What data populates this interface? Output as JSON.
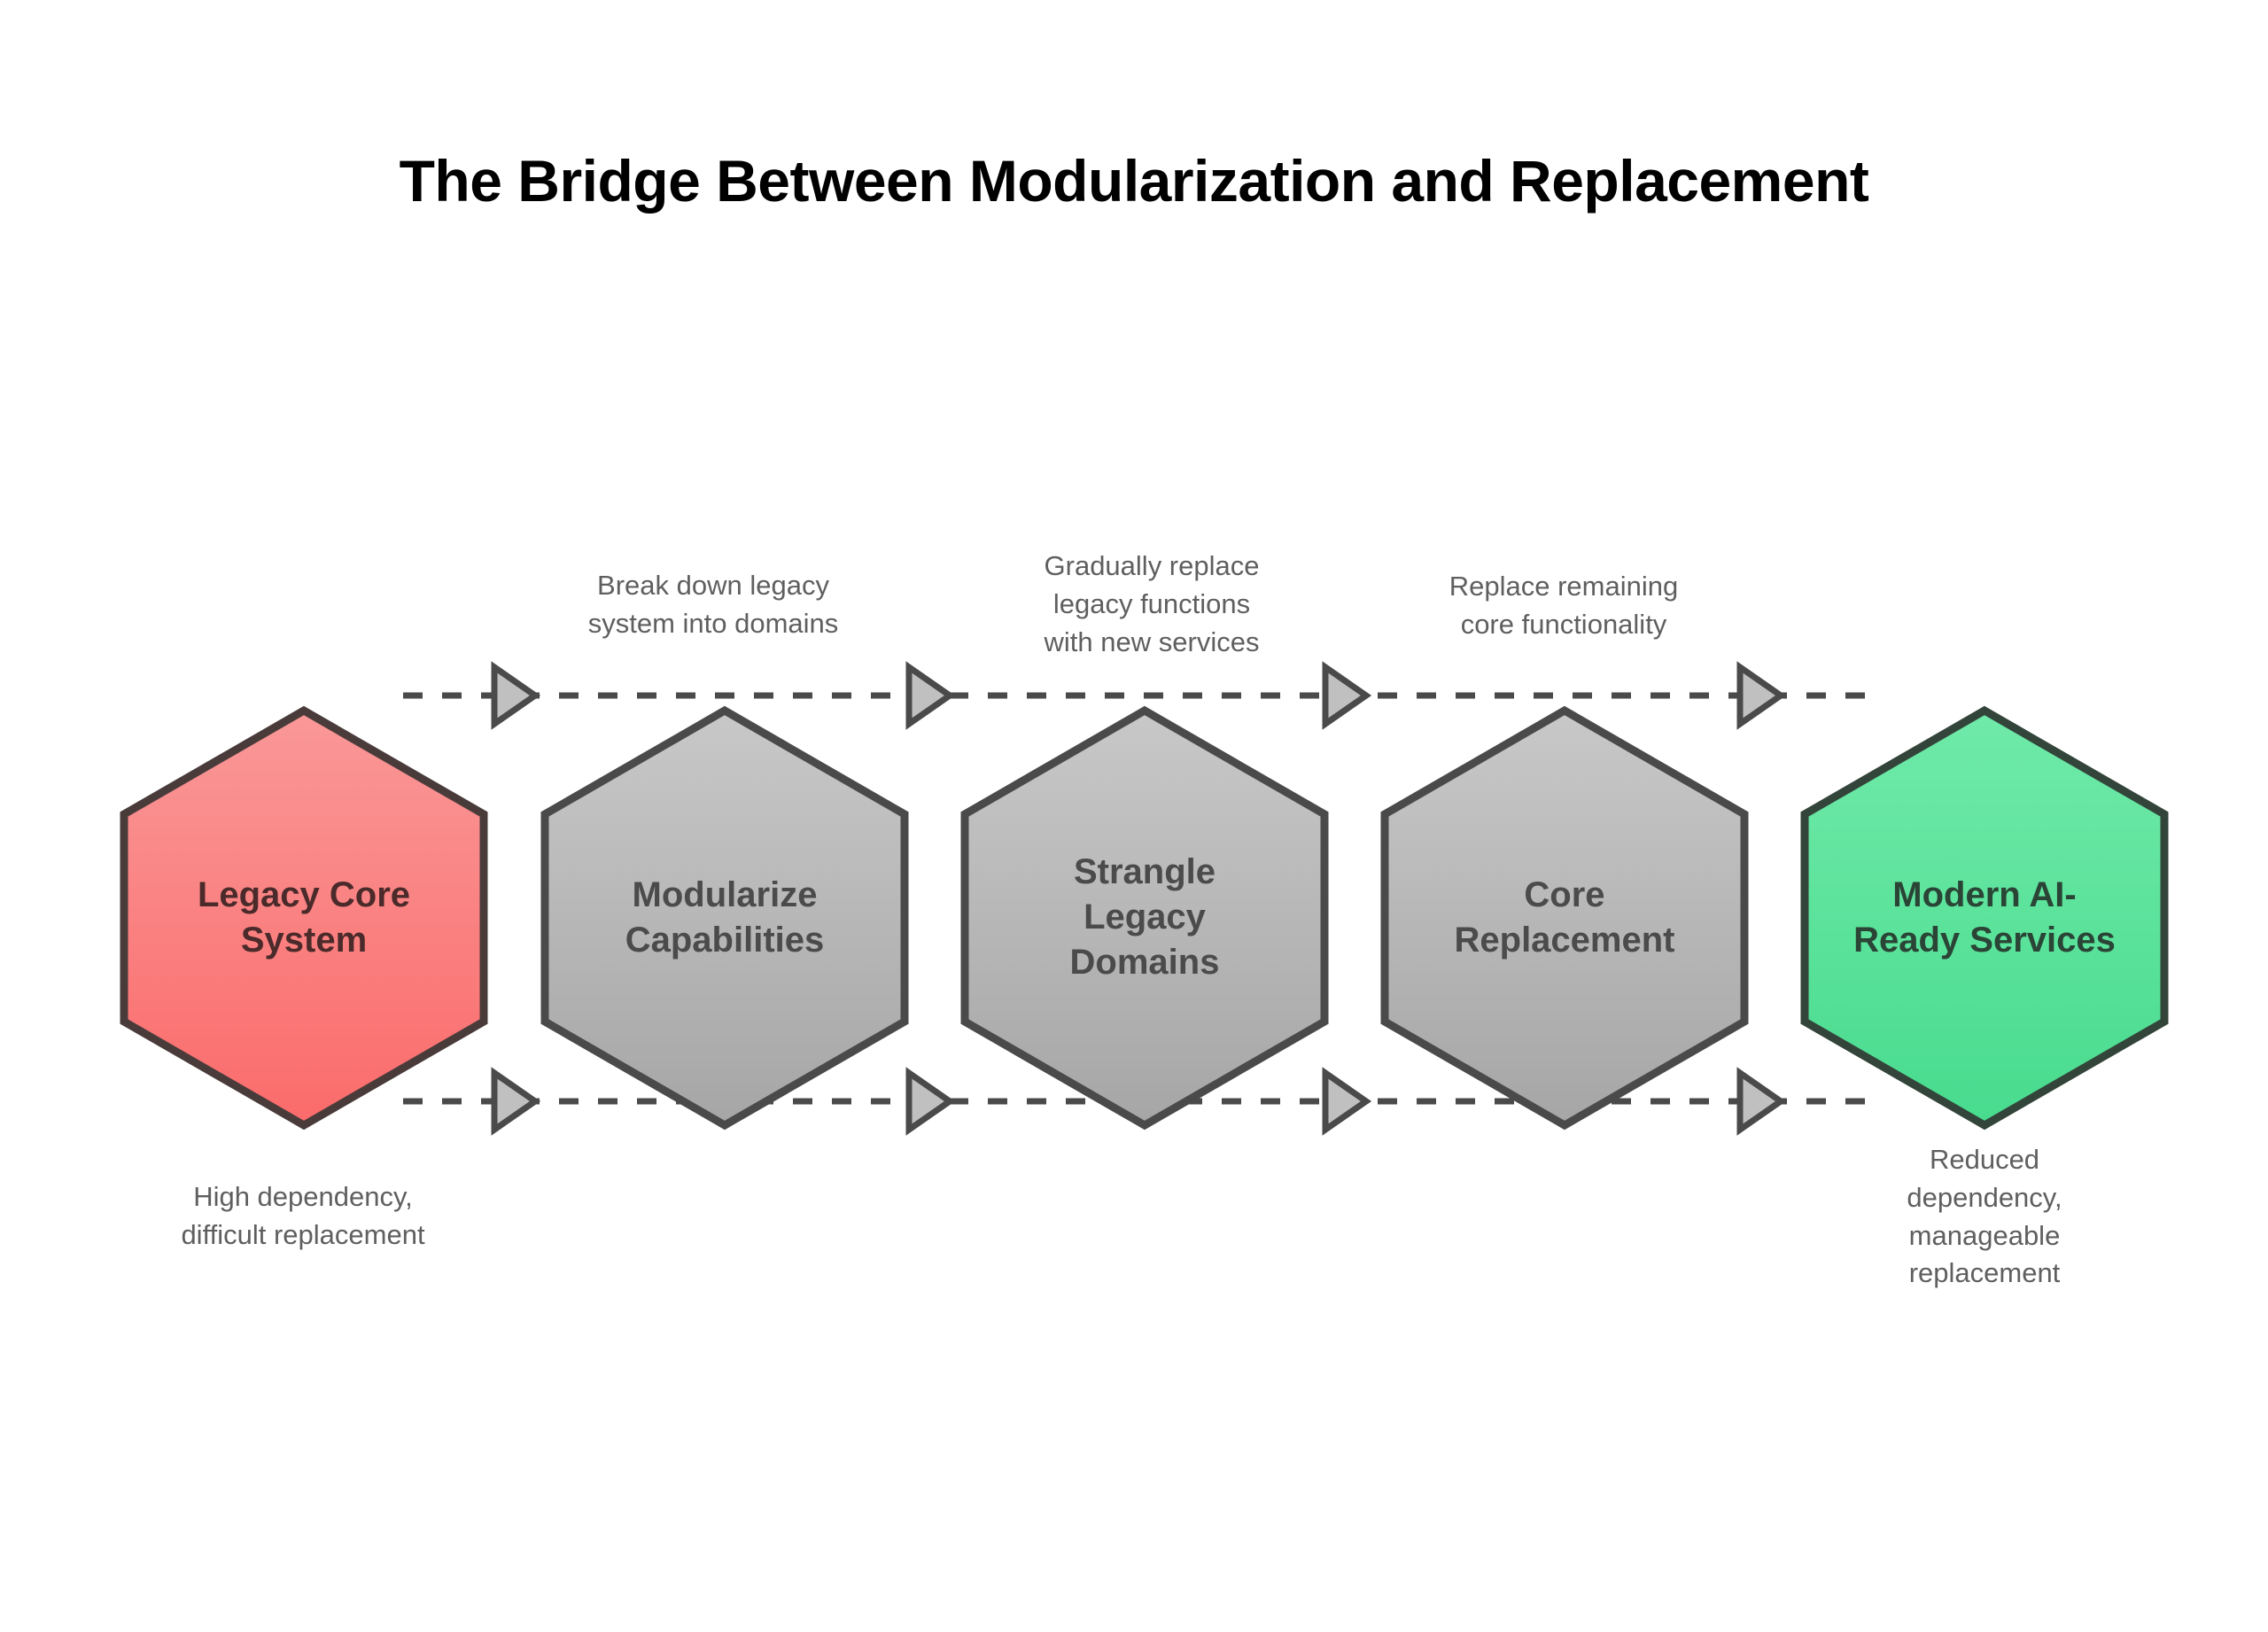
{
  "page": {
    "title": "The Bridge Between Modularization and Replacement",
    "background_color": "#ffffff"
  },
  "diagram": {
    "type": "flow",
    "orientation": "horizontal",
    "connector_style": "dashed-with-arrowheads",
    "connector_color": "#4a4a4a",
    "nodes": [
      {
        "id": "legacy-core-system",
        "label_line1": "Legacy Core",
        "label_line2": "System",
        "label_line3": "",
        "shape": "hexagon",
        "fill_top": "#fa9898",
        "fill_bottom": "#fb6b6b",
        "stroke": "#4a3b3b",
        "text_color": "#4a2a2a"
      },
      {
        "id": "modularize-capabilities",
        "label_line1": "Modularize",
        "label_line2": "Capabilities",
        "label_line3": "",
        "shape": "hexagon",
        "fill_top": "#c6c6c6",
        "fill_bottom": "#a8a8a8",
        "stroke": "#4a4a4a",
        "text_color": "#4b4b4b"
      },
      {
        "id": "strangle-legacy-domains",
        "label_line1": "Strangle",
        "label_line2": "Legacy",
        "label_line3": "Domains",
        "shape": "hexagon",
        "fill_top": "#c6c6c6",
        "fill_bottom": "#a8a8a8",
        "stroke": "#4a4a4a",
        "text_color": "#4b4b4b"
      },
      {
        "id": "core-replacement",
        "label_line1": "Core",
        "label_line2": "Replacement",
        "label_line3": "",
        "shape": "hexagon",
        "fill_top": "#c6c6c6",
        "fill_bottom": "#a8a8a8",
        "stroke": "#4a4a4a",
        "text_color": "#4b4b4b"
      },
      {
        "id": "modern-ai-ready-services",
        "label_line1": "Modern AI-",
        "label_line2": "Ready Services",
        "label_line3": "",
        "shape": "hexagon",
        "fill_top": "#6fe9a8",
        "fill_bottom": "#49dc8f",
        "stroke": "#33443a",
        "text_color": "#2a4436"
      }
    ],
    "edge_captions": [
      {
        "id": "edge-caption-1",
        "between": [
          "legacy-core-system",
          "modularize-capabilities"
        ],
        "line1": "Break down legacy",
        "line2": "system into domains",
        "line3": ""
      },
      {
        "id": "edge-caption-2",
        "between": [
          "modularize-capabilities",
          "strangle-legacy-domains"
        ],
        "line1": "Gradually replace",
        "line2": "legacy functions",
        "line3": "with new services"
      },
      {
        "id": "edge-caption-3",
        "between": [
          "strangle-legacy-domains",
          "core-replacement"
        ],
        "line1": "Replace remaining",
        "line2": "core functionality",
        "line3": ""
      }
    ],
    "node_captions": [
      {
        "id": "caption-legacy",
        "for": "legacy-core-system",
        "line1": "High dependency,",
        "line2": "difficult replacement",
        "line3": "",
        "line4": ""
      },
      {
        "id": "caption-modern",
        "for": "modern-ai-ready-services",
        "line1": "Reduced",
        "line2": "dependency,",
        "line3": "manageable",
        "line4": "replacement"
      }
    ]
  }
}
